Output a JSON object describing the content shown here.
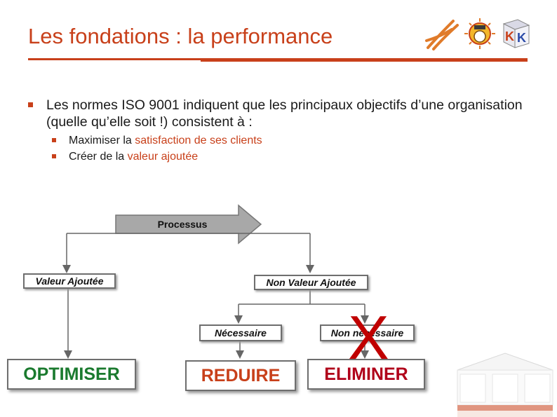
{
  "slide": {
    "title": "Les fondations : la performance",
    "bullet_main": "Les normes ISO 9001 indiquent que les principaux objectifs d’une organisation (quelle qu’elle soit !) consistent à :",
    "sub1_pre": "Maximiser la ",
    "sub1_hl": "satisfaction de ses clients",
    "sub2_pre": "Créer de la ",
    "sub2_hl": "valeur ajoutée"
  },
  "diagram": {
    "processus": "Processus",
    "valeur_ajoutee": "Valeur Ajoutée",
    "non_valeur_ajoutee": "Non Valeur Ajoutée",
    "necessaire": "Nécessaire",
    "non_necessaire": "Non nécessaire",
    "optimiser": "OPTIMISER",
    "reduire": "REDUIRE",
    "eliminer": "ELIMINER",
    "cross_mark": "X"
  },
  "colors": {
    "accent": "#c8401a",
    "optimiser": "#1a7a2e",
    "reduire": "#c8401a",
    "eliminer": "#b0001a",
    "cross": "#c00000",
    "arrow": "#a8a8a8"
  },
  "icons": [
    "swirl-logo-icon",
    "sun-face-icon",
    "kk-cube-icon",
    "house-diagram-thumbnail"
  ]
}
